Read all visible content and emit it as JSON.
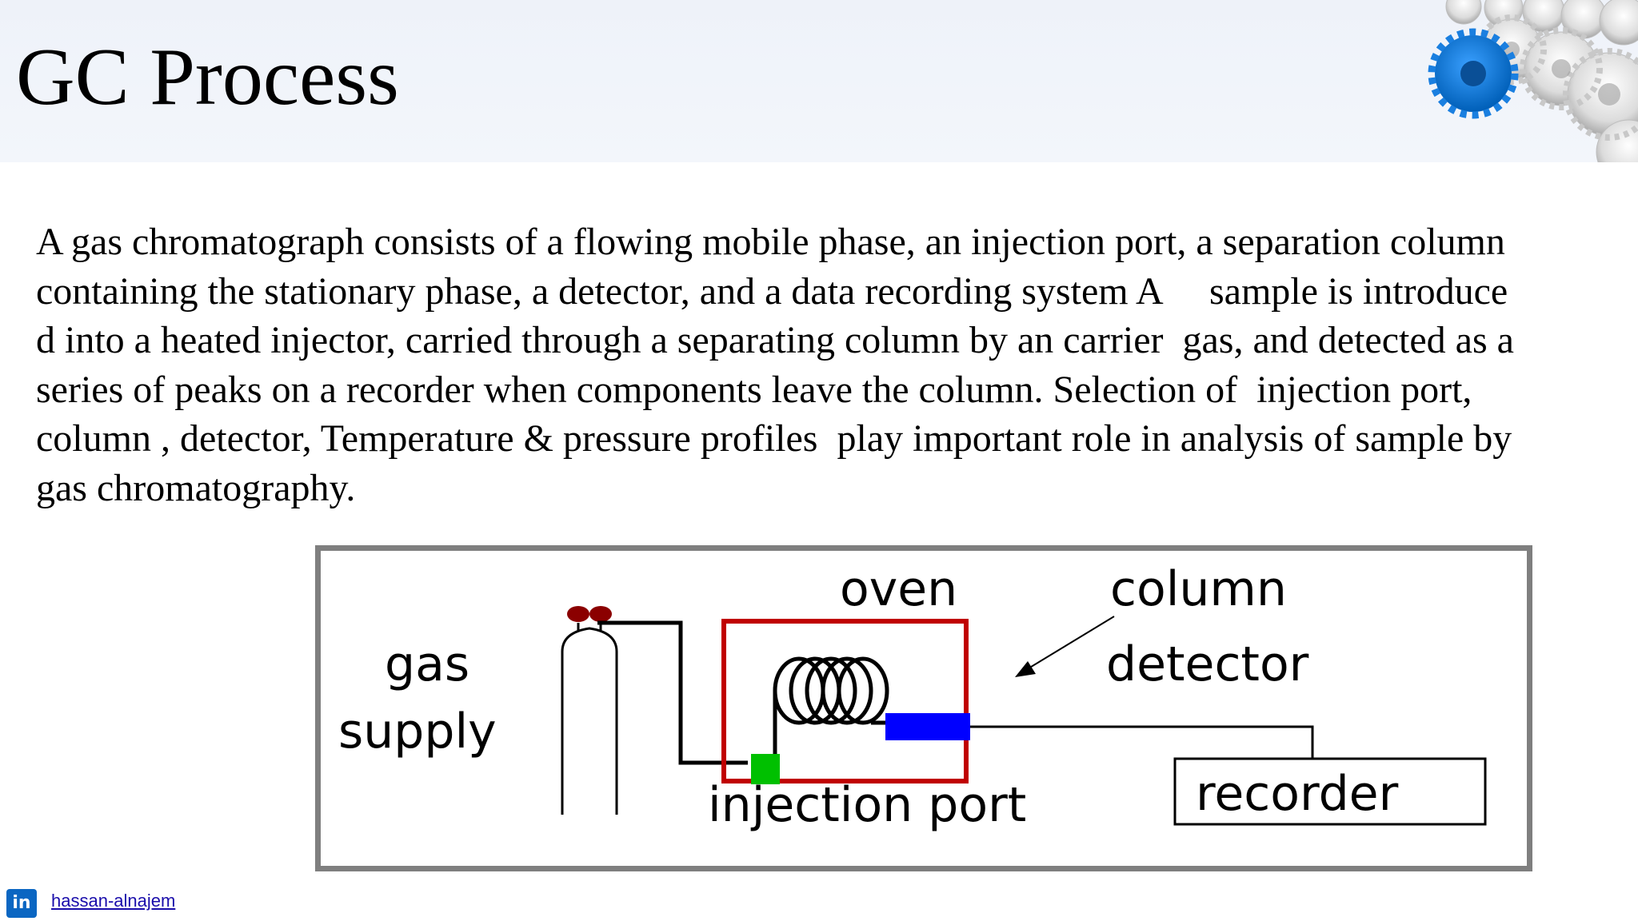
{
  "slide": {
    "title": "GC Process",
    "body_lines": [
      "A gas chromatograph consists of a flowing mobile phase, an injection port, a separation column",
      "containing the stationary phase, a detector, and a data recording system A     sample is introduce",
      "d into a heated injector, carried through a separating column by an carrier  gas, and detected as a",
      "series of peaks on a recorder when components leave the column. Selection of  injection port,",
      "column , detector, Temperature & pressure profiles  play important role in analysis of sample by",
      "gas chromatography."
    ]
  },
  "diagram": {
    "labels": {
      "oven": "oven",
      "column": "column",
      "gas_supply_line1": "gas",
      "gas_supply_line2": "supply",
      "detector": "detector",
      "recorder": "recorder",
      "injection_port": "injection port"
    },
    "colors": {
      "oven_box": "#c00000",
      "injection_port": "#00c000",
      "detector": "#0000ff",
      "valve": "#8b0000",
      "frame": "#7f7f7f"
    }
  },
  "header_image_icon": "gears-icon",
  "footer": {
    "icon": "linkedin-icon",
    "icon_text": "in",
    "link_text": "hassan-alnajem"
  }
}
